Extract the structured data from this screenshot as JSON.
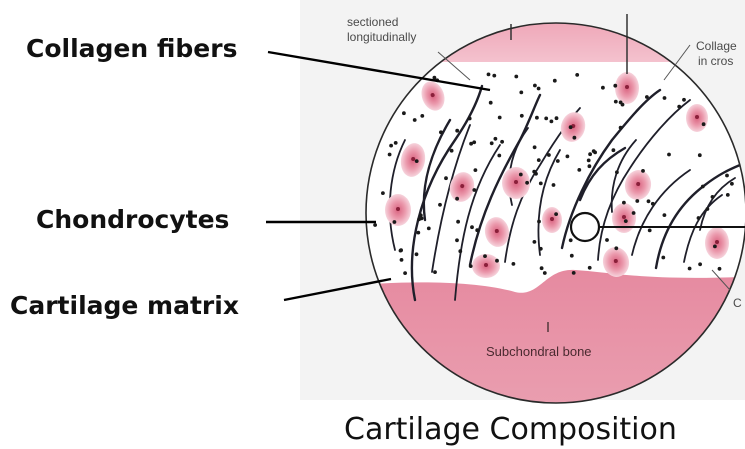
{
  "labels": {
    "collagen_fibers": "Collagen fibers",
    "chondrocytes": "Chondrocytes",
    "cartilage_matrix": "Cartilage matrix",
    "title": "Cartilage Composition"
  },
  "figure_labels": {
    "sectioned": "sectioned",
    "longitudinally": "longitudinally",
    "collagen_cut": "Collage",
    "in_cross_cut": "in cros",
    "right_edge_fragment": "C",
    "subchondral_bone": "Subchondral bone"
  },
  "colors": {
    "bone_pink": "#e07f98",
    "cell_pink": "#e8899f",
    "cell_nucleus": "#8a1f3a",
    "fiber": "#1f1f2a",
    "outline": "#2a2a2a",
    "text": "#111111"
  }
}
